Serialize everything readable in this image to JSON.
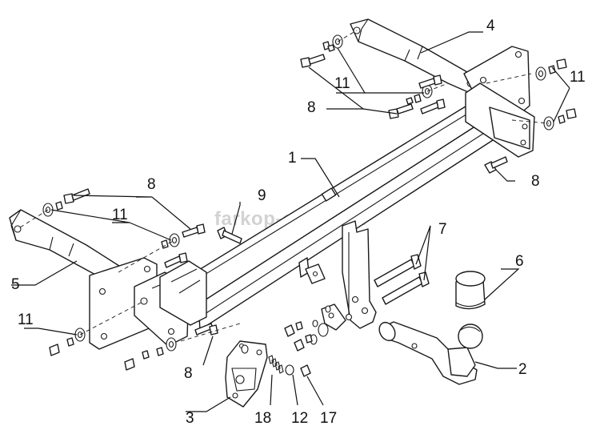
{
  "watermark": "farkop-center.ru",
  "part_labels": {
    "l1": "1",
    "l2": "2",
    "l3": "3",
    "l4": "4",
    "l5": "5",
    "l6": "6",
    "l7": "7",
    "l8a": "8",
    "l8b": "8",
    "l8c": "8",
    "l8d": "8",
    "l9": "9",
    "l11a": "11",
    "l11b": "11",
    "l11c": "11",
    "l11d": "11",
    "l12": "12",
    "l17": "17",
    "l18": "18"
  }
}
